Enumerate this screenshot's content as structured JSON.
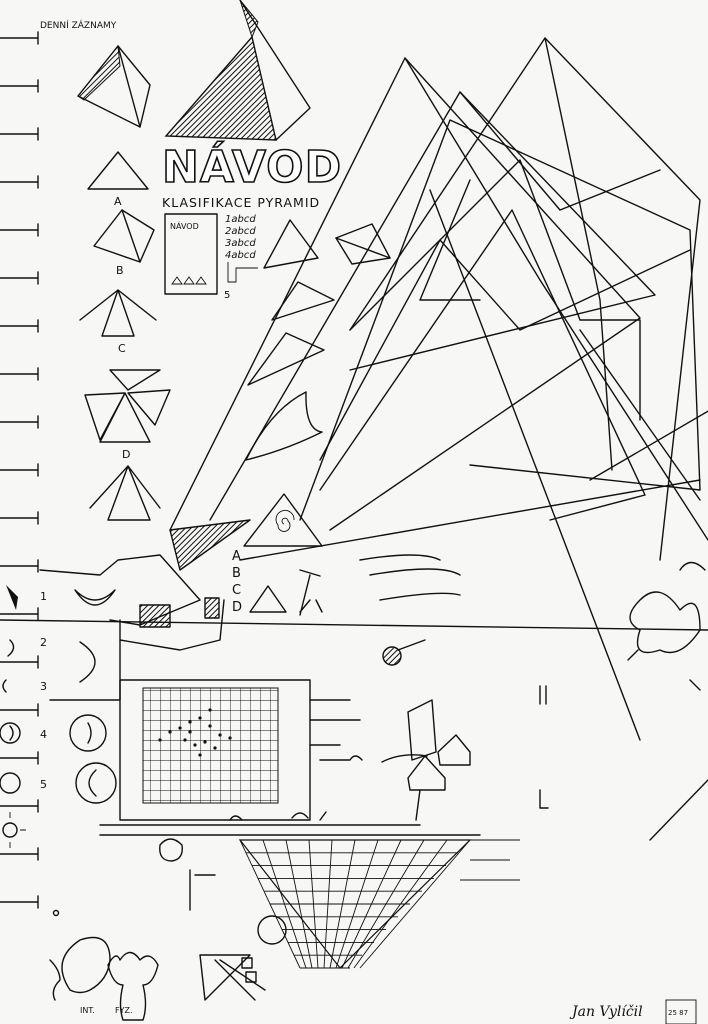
{
  "header": {
    "label": "DENNÍ ZÁZNAMY"
  },
  "title": {
    "main": "NÁVOD",
    "subtitle": "KLASIFIKACE PYRAMID"
  },
  "card": {
    "label": "NÁVOD",
    "rows": [
      "1abcd",
      "2abcd",
      "3abcd",
      "4abcd"
    ],
    "footer": "5"
  },
  "left_letters": [
    "A",
    "B",
    "C",
    "D"
  ],
  "vertical_letters": [
    "A",
    "B",
    "C",
    "D"
  ],
  "moon_numbers": [
    "1",
    "2",
    "3",
    "4",
    "5"
  ],
  "figure_labels": {
    "intellect": "INT.",
    "physical": "FYZ."
  },
  "signature": {
    "text": "Jan Vylíčil",
    "stamp": "25 87"
  },
  "colors": {
    "ink": "#111111",
    "paper": "#f7f7f5"
  }
}
